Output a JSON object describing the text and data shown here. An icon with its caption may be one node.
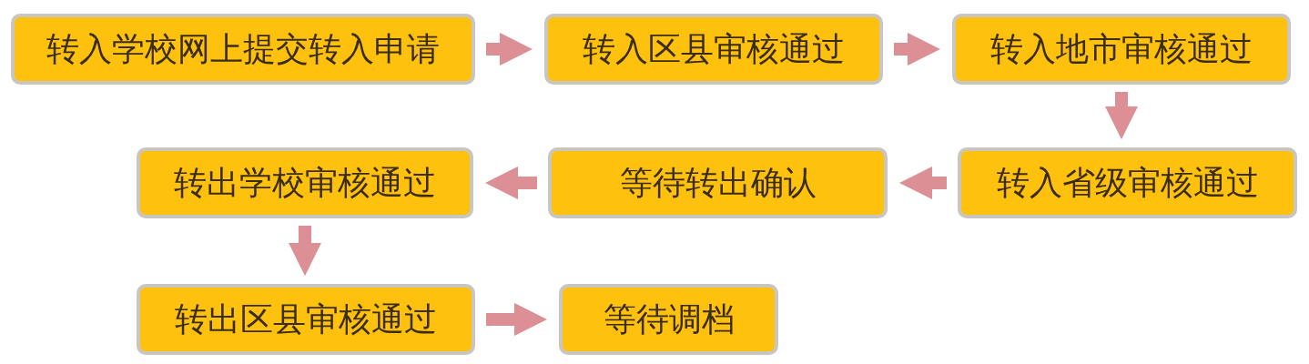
{
  "diagram": {
    "nodes": [
      {
        "text": [
          "转入学校网上提交转入申请"
        ]
      },
      {
        "text": [
          "转入区县审核通过"
        ]
      },
      {
        "text": [
          "转入地市审核通过"
        ]
      },
      {
        "text": [
          "转出学校审核通过"
        ]
      },
      {
        "text": [
          "等待转出确认"
        ]
      },
      {
        "text": [
          "转入省级审核通过"
        ]
      },
      {
        "text": [
          "转出区县审核通过"
        ]
      },
      {
        "text": [
          "等待调档"
        ]
      }
    ],
    "edges": [
      {
        "from": 0,
        "to": 1,
        "arrow": "to"
      },
      {
        "from": 1,
        "to": 2,
        "arrow": "to"
      },
      {
        "from": 2,
        "to": 5,
        "arrow": "to"
      },
      {
        "from": 5,
        "to": 4,
        "arrow": "to"
      },
      {
        "from": 4,
        "to": 3,
        "arrow": "to"
      },
      {
        "from": 3,
        "to": 6,
        "arrow": "to"
      },
      {
        "from": 6,
        "to": 7,
        "arrow": "to"
      }
    ]
  }
}
